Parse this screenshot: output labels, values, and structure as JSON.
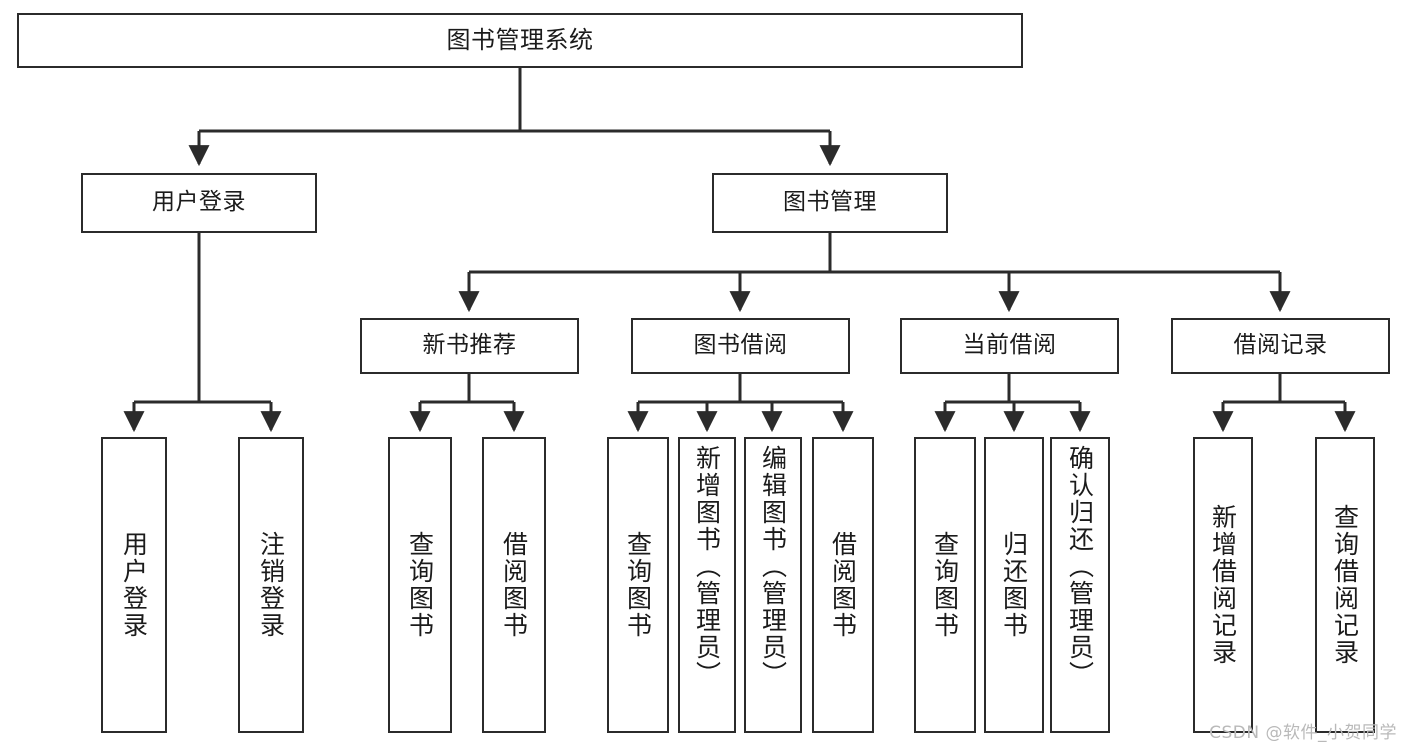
{
  "diagram": {
    "title": "图书管理系统",
    "type": "tree",
    "watermark": "CSDN @软件_小贺同学",
    "colors": {
      "stroke": "#2b2b2b",
      "fill": "#ffffff",
      "text": "#1b1b1b",
      "watermark": "#b9b9b9"
    },
    "nodes": {
      "root": {
        "label": "图书管理系统"
      },
      "level2": [
        {
          "label": "用户登录"
        },
        {
          "label": "图书管理"
        }
      ],
      "level3": [
        {
          "label": "新书推荐"
        },
        {
          "label": "图书借阅"
        },
        {
          "label": "当前借阅"
        },
        {
          "label": "借阅记录"
        }
      ],
      "leaves_user_login": [
        {
          "label": "用户登录"
        },
        {
          "label": "注销登录"
        }
      ],
      "leaves_new_book": [
        {
          "label": "查询图书"
        },
        {
          "label": "借阅图书"
        }
      ],
      "leaves_borrow": [
        {
          "label": "查询图书"
        },
        {
          "label": "新增图书（管理员）"
        },
        {
          "label": "编辑图书（管理员）"
        },
        {
          "label": "借阅图书"
        }
      ],
      "leaves_current": [
        {
          "label": "查询图书"
        },
        {
          "label": "归还图书"
        },
        {
          "label": "确认归还（管理员）"
        }
      ],
      "leaves_records": [
        {
          "label": "新增借阅记录"
        },
        {
          "label": "查询借阅记录"
        }
      ]
    }
  }
}
